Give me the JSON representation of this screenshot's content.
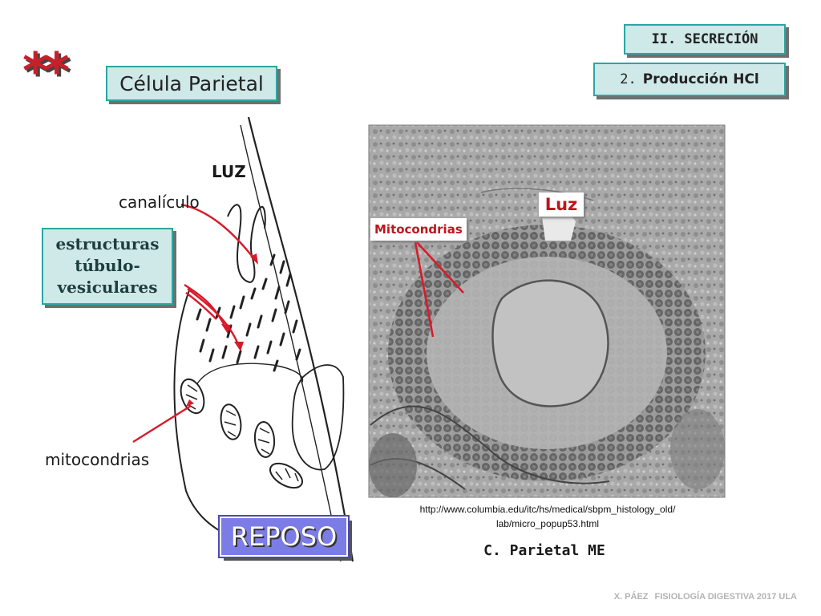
{
  "decoration": {
    "stars": "**"
  },
  "header": {
    "section": "II. SECRECIÓN",
    "topic_number": "2.",
    "topic_label": "Producción HCl"
  },
  "title": "Célula Parietal",
  "drawing": {
    "lumen_label": "LUZ",
    "canaliculus_label": "canalículo",
    "tubulovesicular_label": [
      "estructuras",
      "túbulo-",
      "vesiculares"
    ],
    "mitochondria_label": "mitocondrias",
    "state_label": "REPOSO"
  },
  "micrograph": {
    "lumen_tag": "Luz",
    "mitochondria_tag": "Mitocondrias",
    "source_url": [
      "http://www.columbia.edu/itc/hs/medical/sbpm_histology_old/",
      "lab/micro_popup53.html"
    ],
    "caption": "C. Parietal ME"
  },
  "footer": {
    "author": "X. PÁEZ",
    "course": "FISIOLOGÍA DIGESTIVA 2017  ULA"
  },
  "colors": {
    "label_box_fill": "#cfe8e8",
    "label_box_border": "#2aa7a2",
    "arrow_red": "#d81b2a",
    "state_box_fill": "#7c7ce6"
  }
}
